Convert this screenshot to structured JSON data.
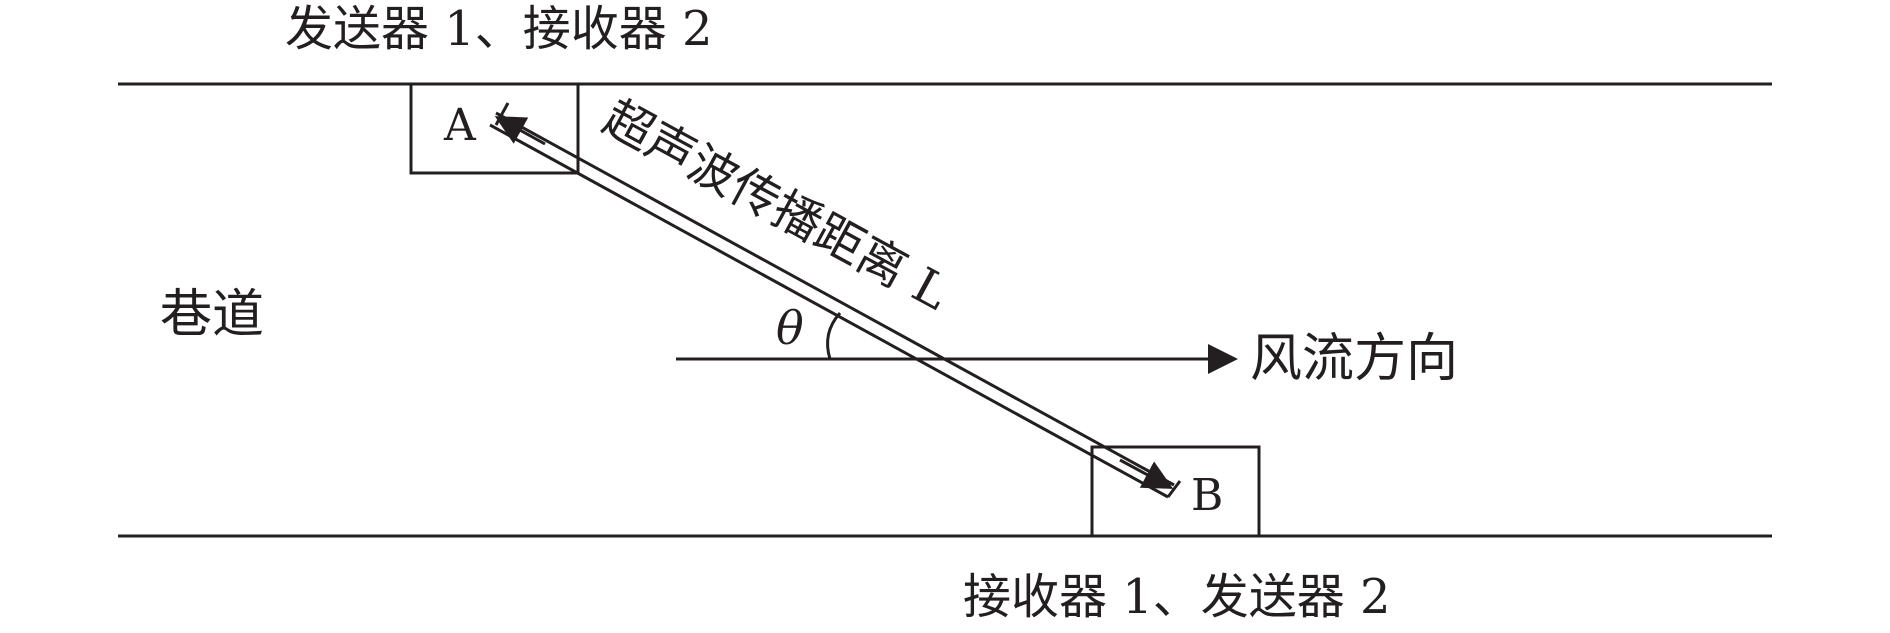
{
  "labels": {
    "top_label": "发送器 1、接收器 2",
    "bottom_label": "接收器 1、发送器 2",
    "tunnel_label": "巷道",
    "path_label": "超声波传播距离 L",
    "angle_label": "θ",
    "wind_label": "风流方向",
    "node_a": "A",
    "node_b": "B"
  },
  "colors": {
    "stroke": "#231f20",
    "background": "#ffffff"
  }
}
